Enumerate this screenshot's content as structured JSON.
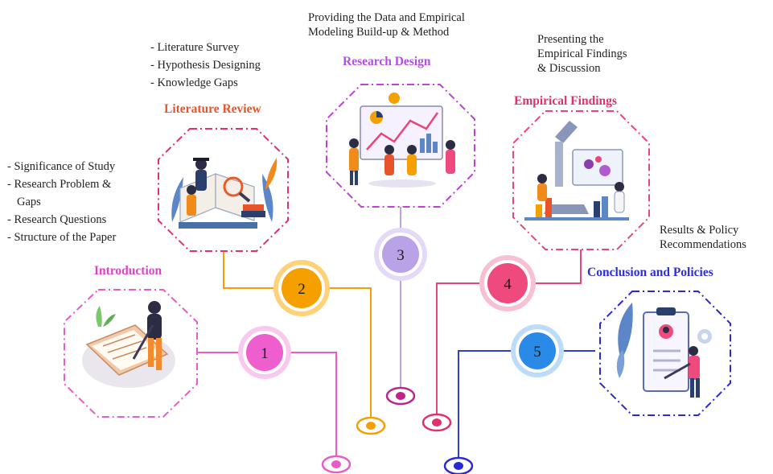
{
  "stages": [
    {
      "number": "1",
      "title": "Introduction",
      "color": "#e85cc8",
      "items": [
        "- Significance of Study",
        "- Research Problem &",
        "  Gaps",
        "- Research Questions",
        "- Structure of the Paper"
      ]
    },
    {
      "number": "2",
      "title": "Literature Review",
      "color": "#f08a1a",
      "items": [
        "- Literature Survey",
        "- Hypothesis Designing",
        "- Knowledge Gaps"
      ]
    },
    {
      "number": "3",
      "title": "Research Design",
      "color": "#b06ee0",
      "description": [
        "Providing the Data and Empirical",
        "Modeling Build-up & Method"
      ]
    },
    {
      "number": "4",
      "title": "Empirical Findings",
      "color": "#e8457a",
      "description": [
        "Presenting the",
        "Empirical Findings",
        "& Discussion"
      ]
    },
    {
      "number": "5",
      "title": "Conclusion and Policies",
      "color": "#2f3fd0",
      "description": [
        "Results & Policy",
        "Recommendations"
      ]
    }
  ],
  "colors": {
    "introduction_title": "#d946c4",
    "literature_title": "#e8542a",
    "design_title": "#b24fe0",
    "findings_title": "#e0306e",
    "conclusion_title": "#2f2fd6",
    "circle1": "#e85cc8",
    "circle2": "#f5a000",
    "circle3": "#b9a2e8",
    "circle4": "#ee4a7e",
    "circle5": "#2a8ae8"
  }
}
